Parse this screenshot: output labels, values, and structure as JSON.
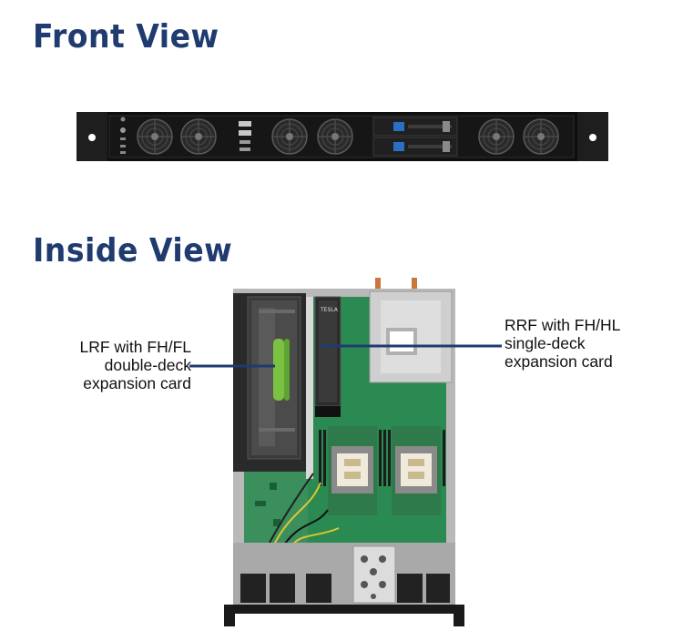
{
  "front_view": {
    "title": "Front View"
  },
  "inside_view": {
    "title": "Inside View"
  },
  "callouts": {
    "lrf": {
      "label": "LRF with FH/FL\ndouble-deck\nexpansion card"
    },
    "rrf": {
      "label": "RRF with  FH/HL\nsingle-deck\nexpansion card"
    }
  },
  "gpu_card": {
    "label": "TESLA"
  },
  "colors": {
    "heading": "#1f3b6f",
    "callout_line": "#1f3b6f",
    "pcb": "#2a8a52",
    "chassis_front": "#141414",
    "gpu_accent": "#7cc242"
  }
}
